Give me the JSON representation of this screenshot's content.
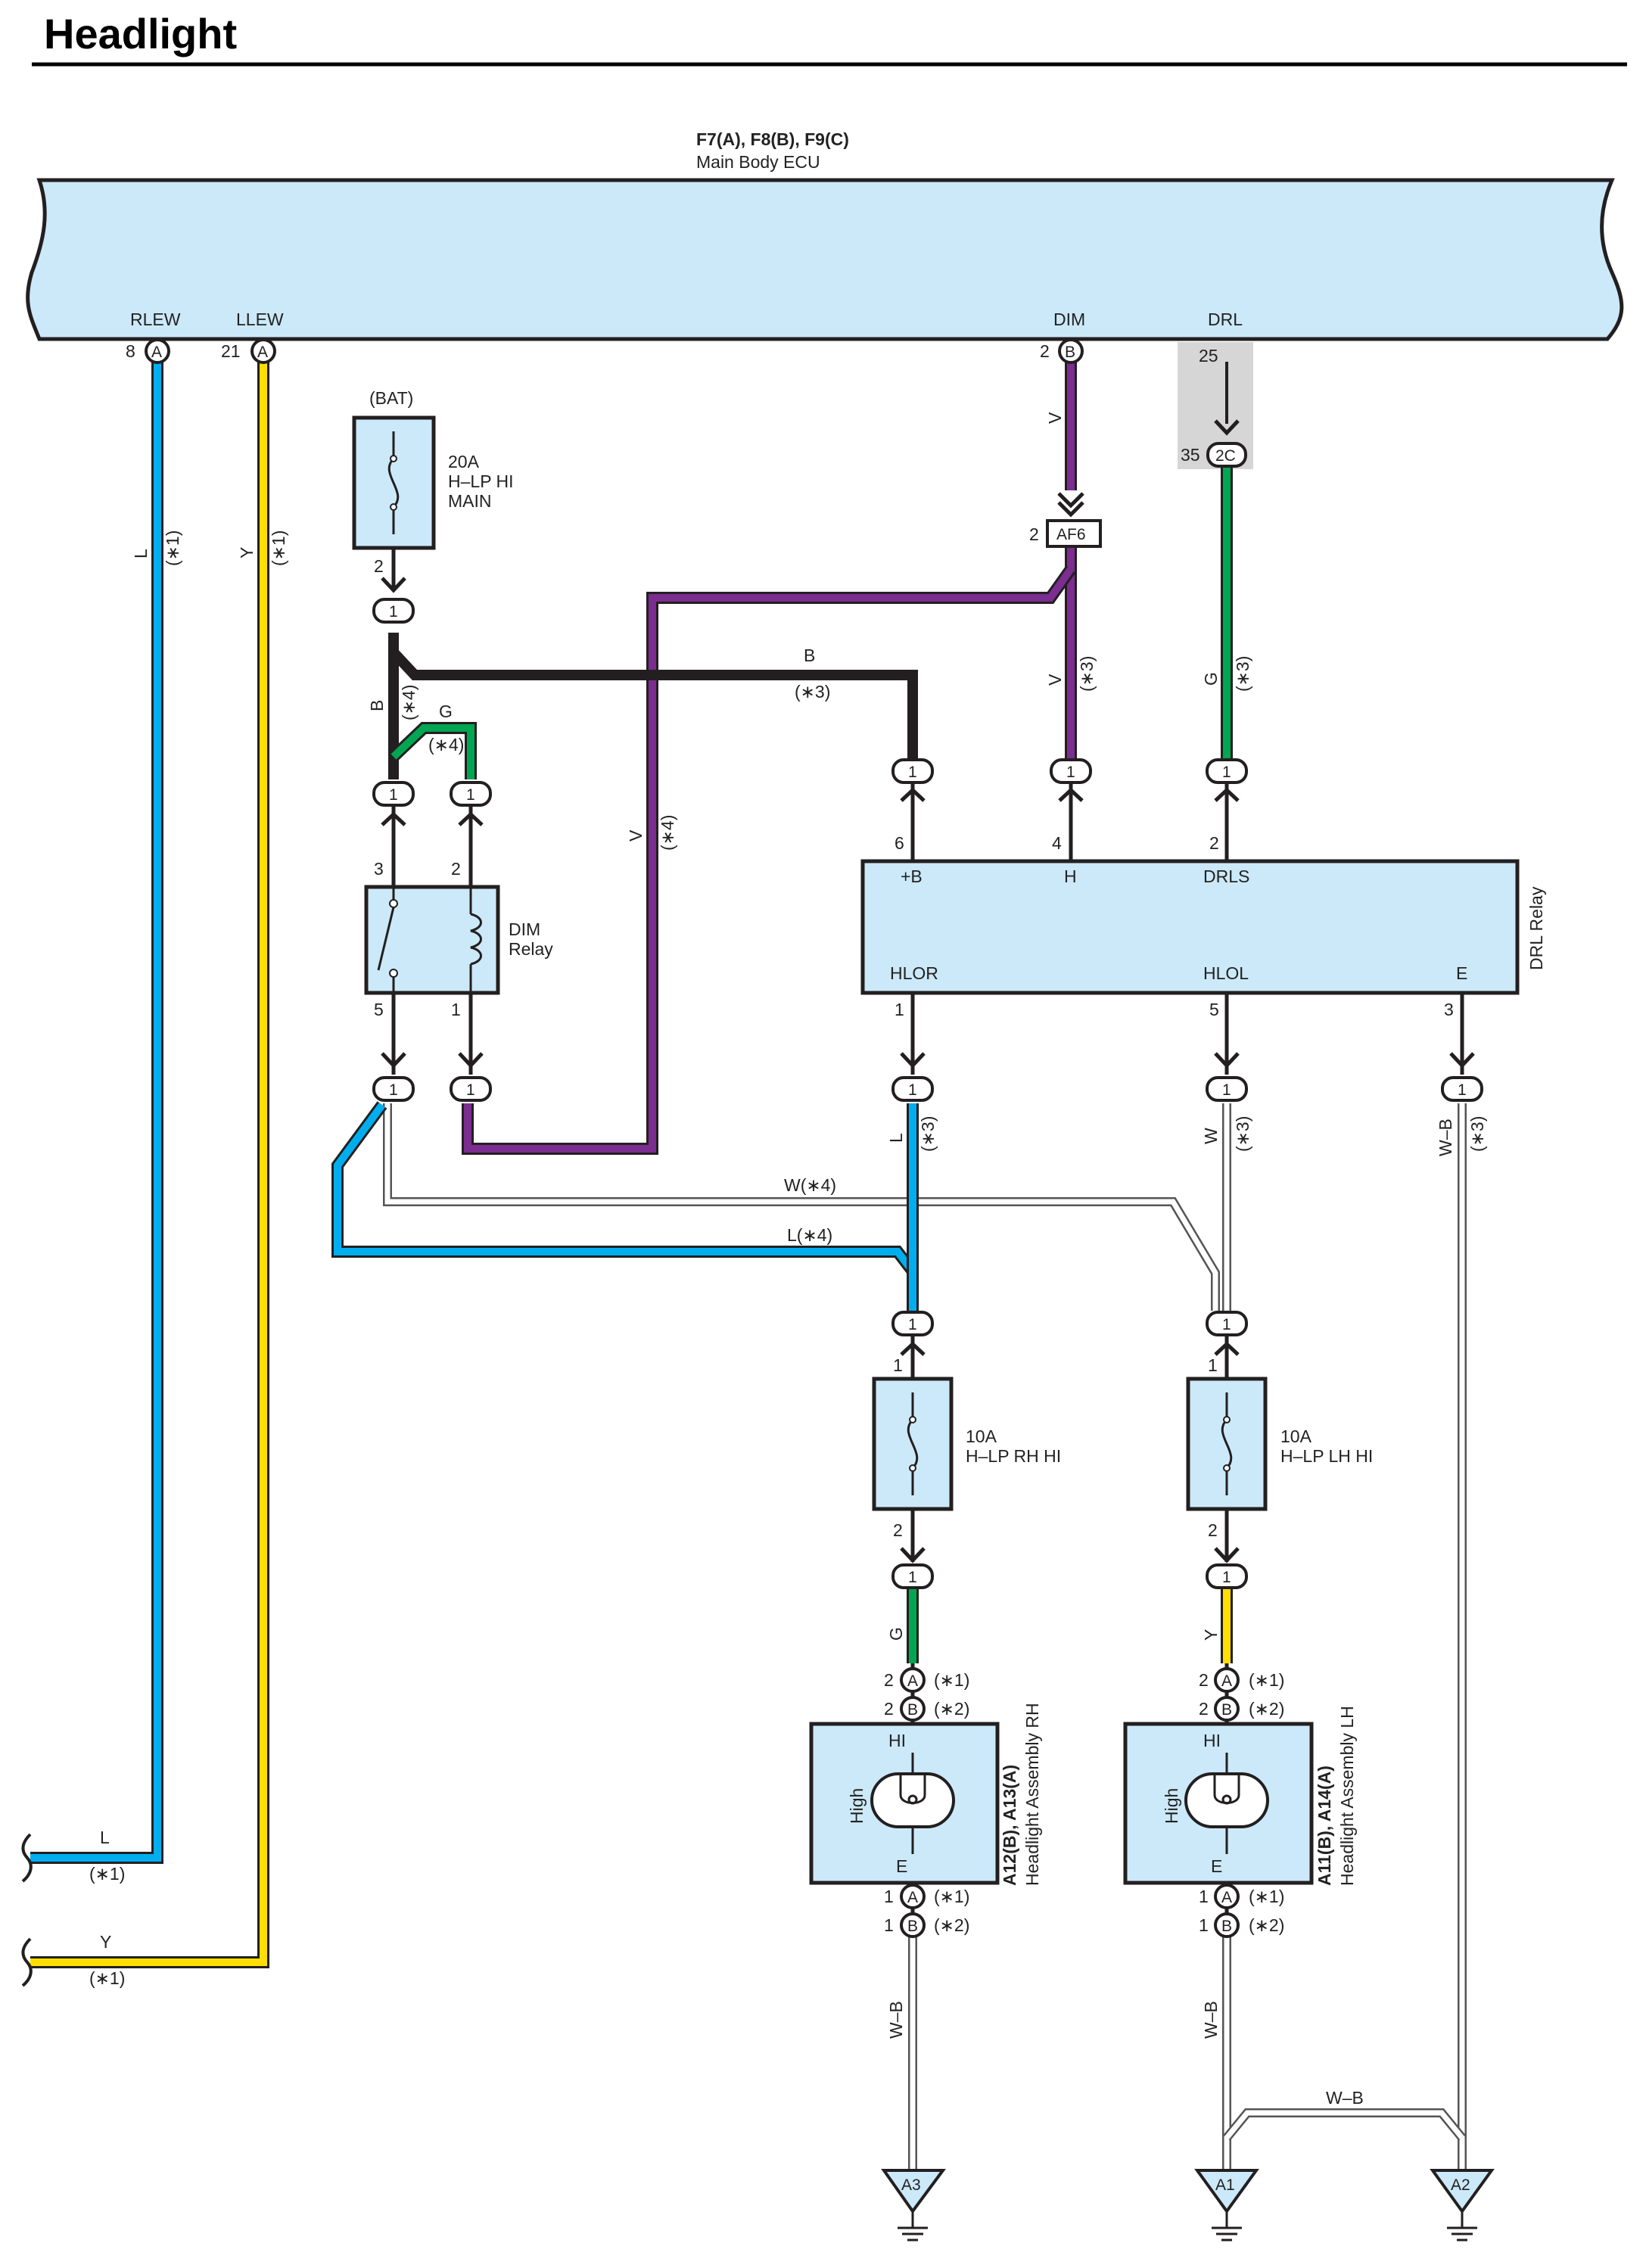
{
  "page": {
    "title": "Headlight"
  },
  "colors": {
    "L": "#00aeef",
    "Y": "#ffde00",
    "V": "#7b2d90",
    "G": "#00a651",
    "B": "#231f20",
    "W": "#ffffff",
    "component_fill": "#cce9f9",
    "shield": "#d6d6d6"
  },
  "ecu": {
    "connectors": "F7(A), F8(B), F9(C)",
    "name": "Main Body ECU",
    "terminals": [
      {
        "name": "RLEW",
        "pin": "8",
        "conn": "A"
      },
      {
        "name": "LLEW",
        "pin": "21",
        "conn": "A"
      },
      {
        "name": "DIM",
        "pin": "2",
        "conn": "B"
      },
      {
        "name": "DRL",
        "pin": "25",
        "conn": ""
      }
    ]
  },
  "fuses": [
    {
      "amps": "20A",
      "name1": "H–LP HI",
      "name2": "MAIN",
      "source": "(BAT)",
      "pin_out": "2"
    },
    {
      "amps": "10A",
      "name1": "H–LP RH HI",
      "pin_in": "1",
      "pin_out": "2"
    },
    {
      "amps": "10A",
      "name1": "H–LP LH HI",
      "pin_in": "1",
      "pin_out": "2"
    }
  ],
  "dim_relay": {
    "name1": "DIM",
    "name2": "Relay",
    "pins": [
      "3",
      "2",
      "5",
      "1"
    ]
  },
  "drl_relay": {
    "name": "DRL Relay",
    "top_terms": [
      {
        "label": "+B",
        "pin": "6"
      },
      {
        "label": "H",
        "pin": "4"
      },
      {
        "label": "DRLS",
        "pin": "2"
      }
    ],
    "bottom_terms": [
      {
        "label": "HLOR",
        "pin": "1"
      },
      {
        "label": "HLOL",
        "pin": "5"
      },
      {
        "label": "E",
        "pin": "3"
      }
    ]
  },
  "junctions": {
    "af6": "AF6",
    "af6_pin": "2",
    "c2c": "2C",
    "c2c_pin": "35",
    "one": "1"
  },
  "headlights": [
    {
      "id": "RH",
      "conn": "A12(B), A13(A)",
      "name": "Headlight Assembly RH"
    },
    {
      "id": "LH",
      "conn": "A11(B), A14(A)",
      "name": "Headlight Assembly LH"
    }
  ],
  "headlight_labels": {
    "hi": "HI",
    "e": "E",
    "high": "High",
    "pin2": "2",
    "pin1": "1",
    "a": "A",
    "b": "B",
    "n1": "(∗1)",
    "n2": "(∗2)"
  },
  "grounds": [
    "A3",
    "A1",
    "A2"
  ],
  "wire_labels": {
    "L": "L",
    "Y": "Y",
    "V": "V",
    "G": "G",
    "B": "B",
    "W": "W",
    "WB": "W–B",
    "n1": "(∗1)",
    "n3": "(∗3)",
    "n4": "(∗4)",
    "w4": "W(∗4)",
    "l4": "L(∗4)"
  },
  "offpage": [
    {
      "label": "L",
      "note": "(∗1)"
    },
    {
      "label": "Y",
      "note": "(∗1)"
    }
  ]
}
